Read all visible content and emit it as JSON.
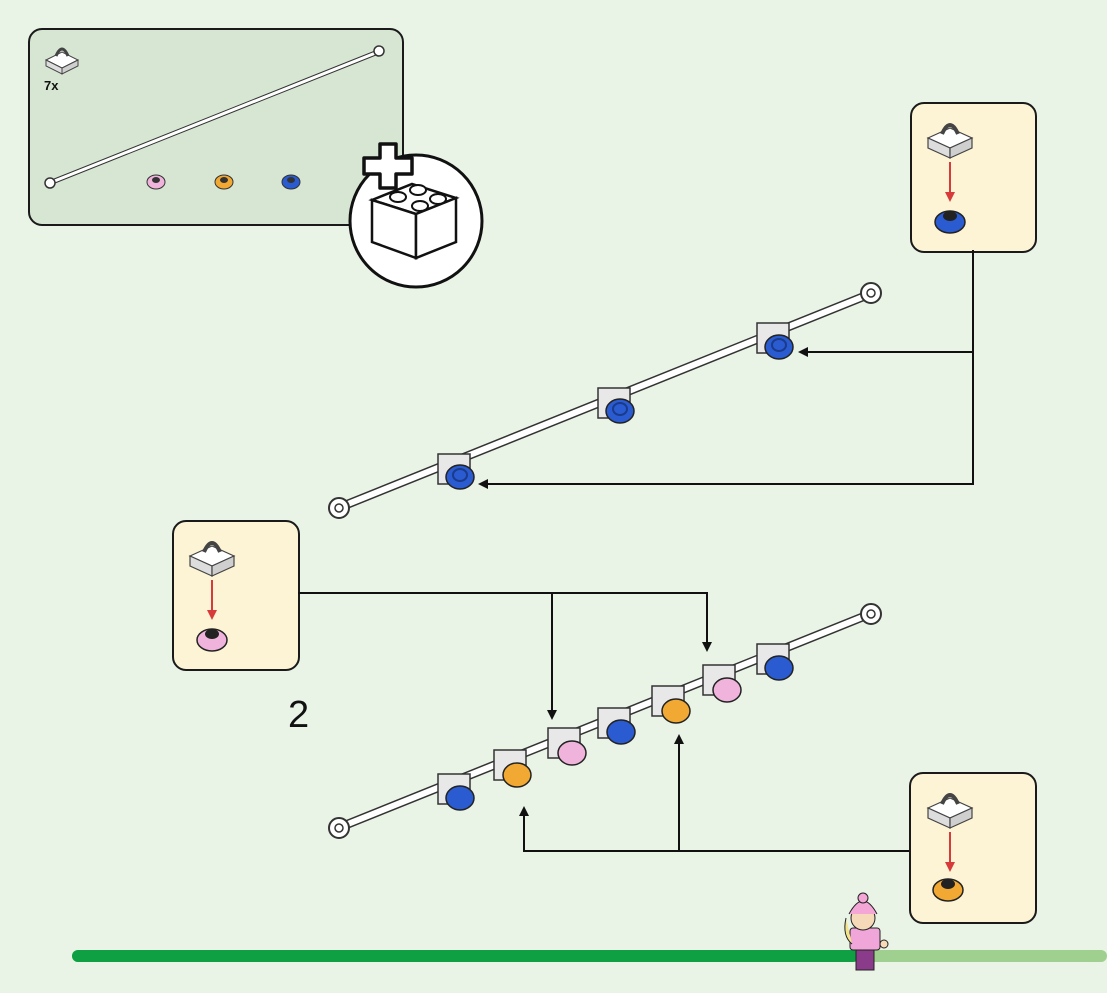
{
  "parts_list": {
    "clip_quantity": "7x"
  },
  "step": {
    "number": "2"
  },
  "progress": {
    "fraction": 0.76
  },
  "colors": {
    "background": "#e9f4e6",
    "parts_panel": "#d6e6d2",
    "callout": "#fdf4d6",
    "progress_done": "#0ea043",
    "progress_remaining": "#9fd08f",
    "stud_blue": "#2a5bd0",
    "stud_pink": "#f0b4dc",
    "stud_orange": "#f2a933",
    "arrow_red": "#d63a3a"
  }
}
